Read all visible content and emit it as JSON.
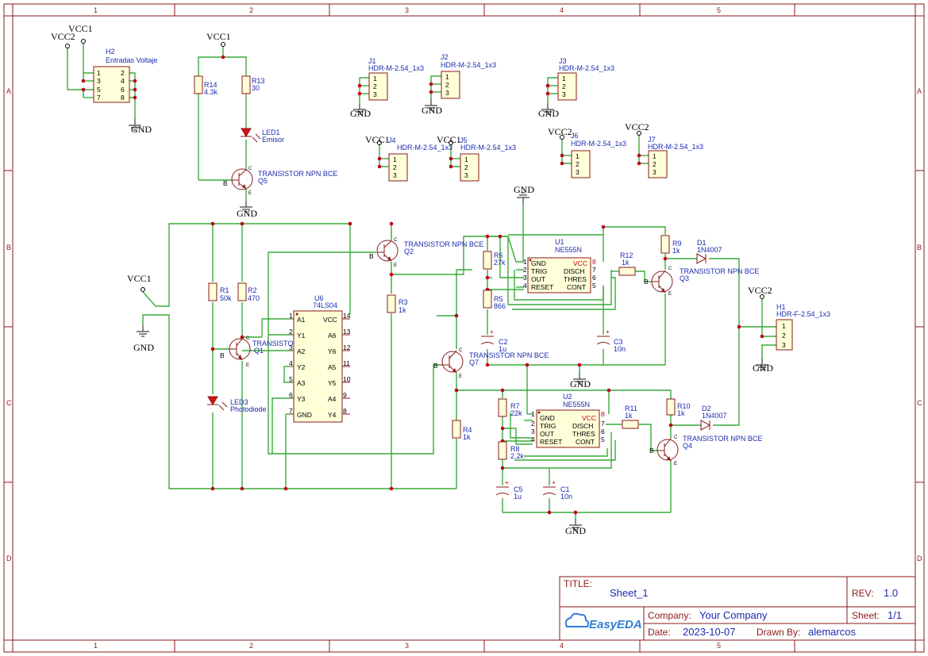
{
  "frame": {
    "cols": [
      "1",
      "2",
      "3",
      "4",
      "5"
    ],
    "rows": [
      "A",
      "B",
      "C",
      "D"
    ]
  },
  "title_block": {
    "title_label": "TITLE:",
    "title": "Sheet_1",
    "rev_label": "REV:",
    "rev": "1.0",
    "company_label": "Company:",
    "company": "Your Company",
    "sheet_label": "Sheet:",
    "sheet": "1/1",
    "date_label": "Date:",
    "date": "2023-10-07",
    "drawn_label": "Drawn By:",
    "drawn_by": "alemarcos",
    "logo": "EasyEDA"
  },
  "nets": {
    "vcc1": "VCC1",
    "vcc2": "VCC2",
    "gnd": "GND"
  },
  "connectors": {
    "h2": {
      "ref": "H2",
      "value": "Entradas Voltaje",
      "pins": [
        "1",
        "2",
        "3",
        "4",
        "5",
        "6",
        "7",
        "8"
      ]
    },
    "j1": {
      "ref": "J1",
      "value": "HDR-M-2.54_1x3"
    },
    "j2": {
      "ref": "J2",
      "value": "HDR-M-2.54_1x3"
    },
    "j3": {
      "ref": "J3",
      "value": "HDR-M-2.54_1x3"
    },
    "j4": {
      "ref": "J4",
      "value": "HDR-M-2.54_1x3"
    },
    "j5": {
      "ref": "J5",
      "value": "HDR-M-2.54_1x3"
    },
    "j6": {
      "ref": "J6",
      "value": "HDR-M-2.54_1x3"
    },
    "j7": {
      "ref": "J7",
      "value": "HDR-M-2.54_1x3"
    },
    "h1": {
      "ref": "H1",
      "value": "HDR-F-2.54_1x3"
    },
    "pins3": [
      "1",
      "2",
      "3"
    ]
  },
  "resistors": {
    "r1": {
      "ref": "R1",
      "value": "50k"
    },
    "r2": {
      "ref": "R2",
      "value": "470"
    },
    "r3": {
      "ref": "R3",
      "value": "1k"
    },
    "r4": {
      "ref": "R4",
      "value": "1k"
    },
    "r5": {
      "ref": "R5",
      "value": "866"
    },
    "r6": {
      "ref": "R6",
      "value": "27k"
    },
    "r7": {
      "ref": "R7",
      "value": "22k"
    },
    "r8": {
      "ref": "R8",
      "value": "2.2k"
    },
    "r9": {
      "ref": "R9",
      "value": "1k"
    },
    "r10": {
      "ref": "R10",
      "value": "1k"
    },
    "r11": {
      "ref": "R11",
      "value": "1k"
    },
    "r12": {
      "ref": "R12",
      "value": "1k"
    },
    "r13": {
      "ref": "R13",
      "value": "30"
    },
    "r14": {
      "ref": "R14",
      "value": "4.3k"
    }
  },
  "capacitors": {
    "c1": {
      "ref": "C1",
      "value": "10n"
    },
    "c2": {
      "ref": "C2",
      "value": "1u"
    },
    "c3": {
      "ref": "C3",
      "value": "10n"
    },
    "c5": {
      "ref": "C5",
      "value": "1u"
    }
  },
  "diodes": {
    "d1": {
      "ref": "D1",
      "value": "1N4007"
    },
    "d2": {
      "ref": "D2",
      "value": "1N4007"
    },
    "led1": {
      "ref": "LED1",
      "value": "Emisor"
    },
    "led3": {
      "ref": "LED3",
      "value": "Photodiode"
    }
  },
  "transistors": {
    "type": "TRANSISTOR NPN BCE",
    "q1": "Q1",
    "q2": "Q2",
    "q3": "Q3",
    "q4": "Q4",
    "q5": "Q5",
    "q7": "Q7",
    "b": "B",
    "c": "C",
    "e": "E"
  },
  "u6": {
    "ref": "U6",
    "value": "74LS04",
    "left_pins": [
      {
        "n": "1",
        "name": "A1"
      },
      {
        "n": "2",
        "name": "Y1"
      },
      {
        "n": "3",
        "name": "A2"
      },
      {
        "n": "4",
        "name": "Y2"
      },
      {
        "n": "5",
        "name": "A3"
      },
      {
        "n": "6",
        "name": "Y3"
      },
      {
        "n": "7",
        "name": "GND"
      }
    ],
    "right_pins": [
      {
        "n": "14",
        "name": "VCC"
      },
      {
        "n": "13",
        "name": "A6"
      },
      {
        "n": "12",
        "name": "Y6"
      },
      {
        "n": "11",
        "name": "A5"
      },
      {
        "n": "10",
        "name": "Y5"
      },
      {
        "n": "9",
        "name": "A4"
      },
      {
        "n": "8",
        "name": "Y4"
      }
    ]
  },
  "u1": {
    "ref": "U1",
    "value": "NE555N",
    "left_pins": [
      {
        "n": "1",
        "name": "GND"
      },
      {
        "n": "2",
        "name": "TRIG"
      },
      {
        "n": "3",
        "name": "OUT"
      },
      {
        "n": "4",
        "name": "RESET"
      }
    ],
    "right_pins": [
      {
        "n": "8",
        "name": "VCC"
      },
      {
        "n": "7",
        "name": "DISCH"
      },
      {
        "n": "6",
        "name": "THRES"
      },
      {
        "n": "5",
        "name": "CONT"
      }
    ]
  },
  "u2": {
    "ref": "U2",
    "value": "NE555N",
    "left_pins": [
      {
        "n": "1",
        "name": "GND"
      },
      {
        "n": "2",
        "name": "TRIG"
      },
      {
        "n": "3",
        "name": "OUT"
      },
      {
        "n": "4",
        "name": "RESET"
      }
    ],
    "right_pins": [
      {
        "n": "8",
        "name": "VCC"
      },
      {
        "n": "7",
        "name": "DISCH"
      },
      {
        "n": "6",
        "name": "THRES"
      },
      {
        "n": "5",
        "name": "CONT"
      }
    ]
  }
}
